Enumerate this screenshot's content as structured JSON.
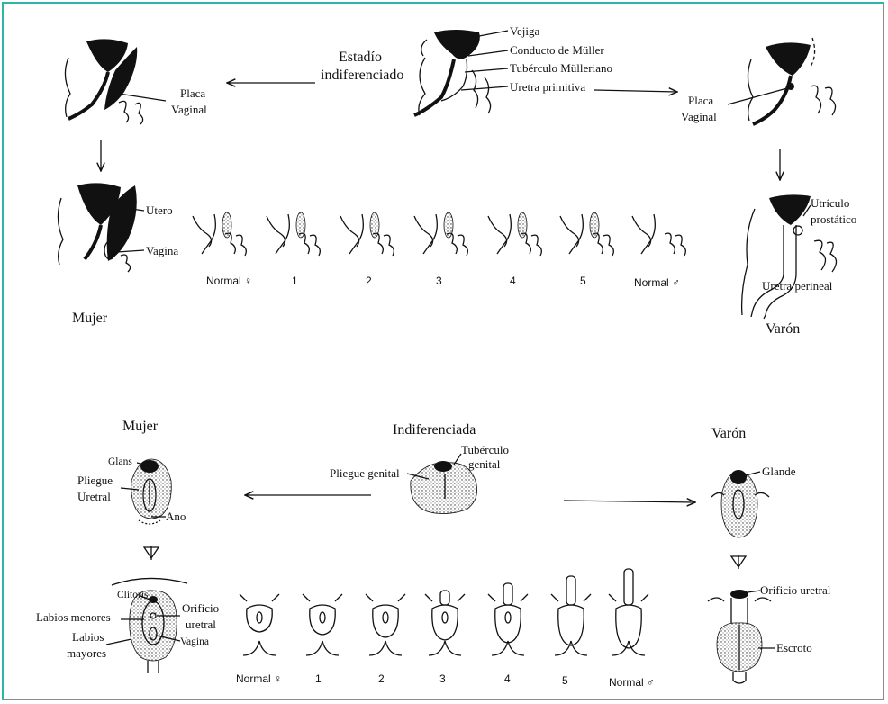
{
  "top": {
    "indiff_title_1": "Estadío",
    "indiff_title_2": "indiferenciado",
    "indiff_labels": [
      "Vejiga",
      "Conducto de Müller",
      "Tubérculo Mülleriano",
      "Uretra primitiva"
    ],
    "left_plate_1": "Placa",
    "left_plate_2": "Vaginal",
    "right_plate_1": "Placa",
    "right_plate_2": "Vaginal",
    "female_labels": [
      "Utero",
      "Vagina"
    ],
    "male_label_1": "Utrículo",
    "male_label_2": "prostático",
    "male_label_3": "Uretra perineal",
    "female_title": "Mujer",
    "male_title": "Varón",
    "stages": [
      "Normal ♀",
      "1",
      "2",
      "3",
      "4",
      "5",
      "Normal ♂"
    ]
  },
  "bottom": {
    "indiff_title": "Indiferenciada",
    "indiff_labels": [
      "Tubérculo",
      "genital",
      "Pliegue genital"
    ],
    "female_title": "Mujer",
    "male_title": "Varón",
    "female_top_labels": [
      "Glans",
      "Pliegue",
      "Uretral",
      "Ano"
    ],
    "female_bottom_labels": [
      "Clitoris",
      "Labios menores",
      "Orificio",
      "uretral",
      "Labios",
      "mayores",
      "Vagina"
    ],
    "male_top_labels": [
      "Glande"
    ],
    "male_bottom_labels": [
      "Orificio uretral",
      "Escroto"
    ],
    "stages": [
      "Normal ♀",
      "1",
      "2",
      "3",
      "4",
      "5",
      "Normal ♂"
    ]
  }
}
